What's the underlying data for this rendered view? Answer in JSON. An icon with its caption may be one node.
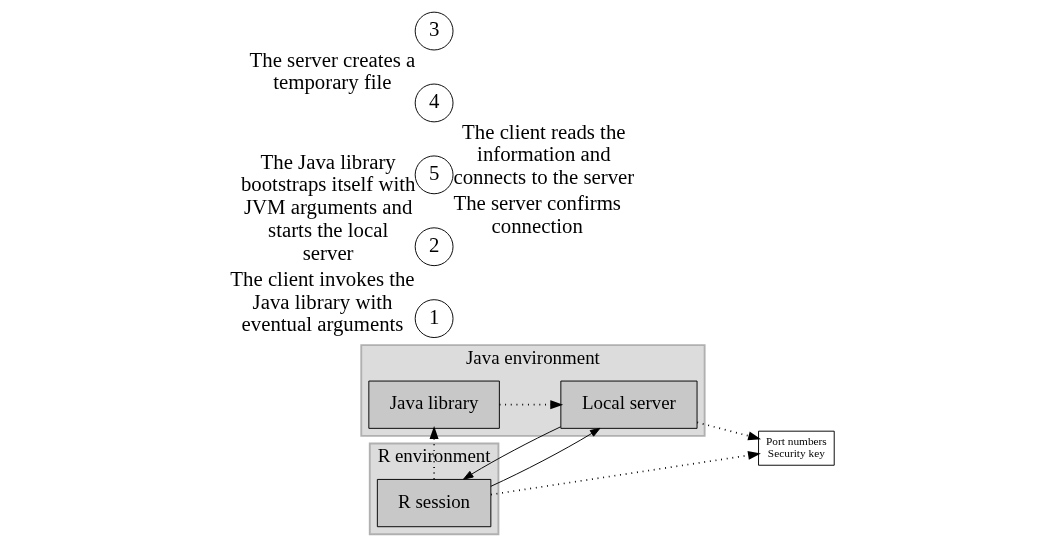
{
  "diagram": {
    "nodes": [
      {
        "text": [
          "Java environment"
        ]
      },
      {
        "text": [
          "Java library"
        ],
        "in": 0
      },
      {
        "text": [
          "Local server"
        ],
        "in": 0
      },
      {
        "text": [
          "R environment"
        ]
      },
      {
        "text": [
          "R session"
        ],
        "in": 3
      },
      {
        "text": [
          "Port numbers Security key"
        ]
      },
      {
        "text": [
          "1"
        ],
        "beside": [
          "The client invokes the Java library with eventual arguments"
        ]
      },
      {
        "text": [
          "2"
        ],
        "beside": [
          "The Java library bootstraps itself with JVM arguments and starts the local server"
        ]
      },
      {
        "text": [
          "5"
        ],
        "beside": [
          "The server confirms connection"
        ]
      },
      {
        "text": [
          "4"
        ],
        "beside": [
          "The client reads the information and connects to the server"
        ]
      },
      {
        "text": [
          "3"
        ],
        "beside": [
          "The server creates a temporary file"
        ]
      }
    ],
    "edges": [
      {
        "from": 4,
        "to": 1,
        "arrow": "to",
        "style": "dashed"
      },
      {
        "from": 1,
        "to": 2,
        "arrow": "to",
        "style": "dashed"
      },
      {
        "from": 2,
        "to": 4,
        "arrow": "to"
      },
      {
        "from": 4,
        "to": 2,
        "arrow": "to"
      },
      {
        "from": 4,
        "to": 5,
        "arrow": "to",
        "style": "dashed"
      },
      {
        "from": 2,
        "to": 5,
        "arrow": "to",
        "style": "dashed"
      }
    ]
  }
}
